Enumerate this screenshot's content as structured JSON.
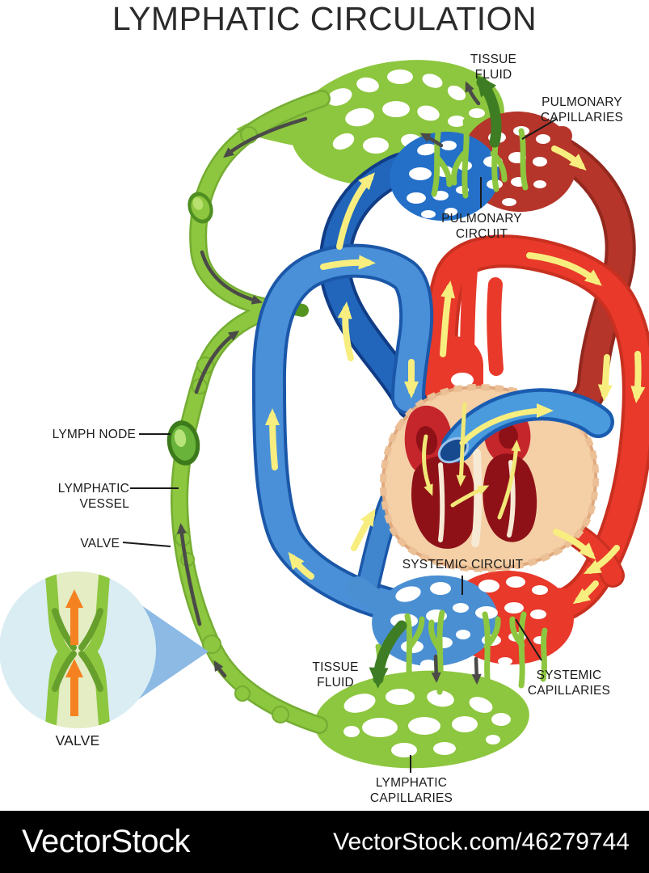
{
  "title": "LYMPHATIC CIRCULATION",
  "labels": {
    "tissue_fluid_top": "TISSUE FLUID",
    "pulmonary_capillaries": "PULMONARY CAPILLARIES",
    "pulmonary_circuit": "PULMONARY CIRCUIT",
    "lymph_node": "LYMPH NODE",
    "lymphatic_vessel": "LYMPHATIC VESSEL",
    "valve": "VALVE",
    "systemic_circuit": "SYSTEMIC CIRCUIT",
    "tissue_fluid_bottom": "TISSUE FLUID",
    "systemic_capillaries": "SYSTEMIC CAPILLARIES",
    "lymphatic_capillaries": "LYMPHATIC CAPILLARIES",
    "valve_inset": "VALVE"
  },
  "watermark": {
    "brand": "VectorStock",
    "credit": "VectorStock.com/46279744"
  },
  "colors": {
    "lymph_green": "#8dc63f",
    "lymph_green_dark": "#4f8f22",
    "tissue_fluid_arrow_green": "#3e7d23",
    "vein_blue": "#4a90d8",
    "vein_blue_dark": "#1b57a8",
    "pulmonary_artery_blue": "#2166bb",
    "artery_red": "#e8392b",
    "pulmonary_vein_red": "#b5352a",
    "flow_arrow_yellow": "#f7ee7f",
    "lymph_flow_arrow_gray": "#4a4a48",
    "valve_arrow_orange": "#f58220",
    "inset_circle_blue": "#d9edf3",
    "heart_muscle_beige": "#f5cfa6",
    "heart_chamber_red": "#8e1118",
    "watermark_bg": "#000000"
  }
}
